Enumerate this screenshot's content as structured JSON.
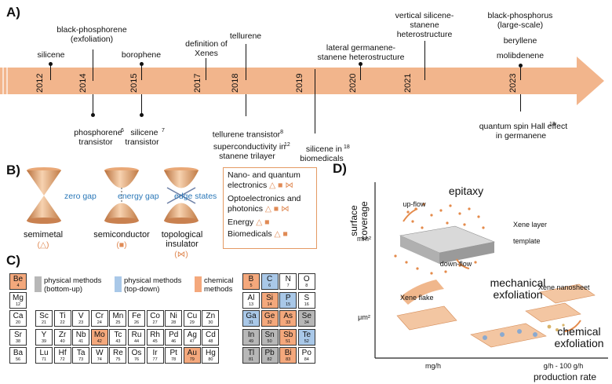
{
  "panels": {
    "a": "A)",
    "b": "B)",
    "c": "C)",
    "d": "D)"
  },
  "timeline": {
    "years": [
      "2012",
      "2014",
      "2015",
      "2017",
      "2018",
      "2019",
      "2020",
      "2021",
      "2023"
    ],
    "above": {
      "silicene": "silicene",
      "black_phosphorene": "black-phosphorene\n(exfoliation)",
      "borophene": "borophene",
      "xenes": "definition of\nXenes",
      "tellurene": "tellurene",
      "germanene_stanene": "lateral germanene-\nstanene heterostructure",
      "silicene_stanene": "vertical silicene-\nstanene\nheterostructure",
      "bp_large": "black-phosphorus\n(large-scale)",
      "beryllene": "beryllene",
      "molibdenene": "molibdenene"
    },
    "below": {
      "phosphorene_transistor": "phosphorene\ntransistor",
      "phosphorene_ref": "6",
      "silicene_transistor": "silicene\ntransistor",
      "silicene_ref": "7",
      "tellurene_transistor": "tellurene transistor",
      "tellurene_ref": "8",
      "superconductivity": "superconductivity in\nstanene trilayer",
      "superconductivity_ref": "12",
      "biomedicals": "silicene in\nbiomedicals",
      "biomedicals_ref": "18",
      "qsh": "quantum spin Hall effect\nin germanene",
      "qsh_ref": "13"
    },
    "colors": {
      "arrow": "#f2b58c"
    }
  },
  "panel_b": {
    "zero_gap": "zero gap",
    "energy_gap": "energy gap",
    "edge_states": "edge states",
    "semimetal": "semimetal",
    "semimetal_sym": "(△)",
    "semiconductor": "semiconductor",
    "semiconductor_sym": "(■)",
    "topo": "topological\ninsulator",
    "topo_sym": "(⋈)",
    "legend": [
      {
        "text": "Nano- and quantum\nelectronics",
        "marks": "△ ■ ⋈"
      },
      {
        "text": "Optoelectronics and\nphotonics",
        "marks": "△ ■ ⋈"
      },
      {
        "text": "Energy",
        "marks": "△ ■"
      },
      {
        "text": "Biomedicals",
        "marks": "△ ■"
      }
    ]
  },
  "panel_c": {
    "legend": {
      "physical_bottom_up": "physical methods\n(bottom-up)",
      "physical_top_down": "physical methods\n(top-down)",
      "chemical": "chemical\nmethods"
    },
    "colors": {
      "chemical": "#f4a87c",
      "top_down": "#a9c8e8",
      "bottom_up": "#b7b7b7"
    },
    "elements": [
      {
        "s": "Be",
        "n": "4",
        "c": "chem"
      },
      {
        "s": "Mg",
        "n": "12",
        "c": ""
      },
      {
        "s": "Ca",
        "n": "20",
        "c": ""
      },
      {
        "s": "Sr",
        "n": "38",
        "c": ""
      },
      {
        "s": "Ba",
        "n": "56",
        "c": ""
      },
      {
        "s": "Sc",
        "n": "21",
        "c": ""
      },
      {
        "s": "Ti",
        "n": "22",
        "c": ""
      },
      {
        "s": "V",
        "n": "23",
        "c": ""
      },
      {
        "s": "Cr",
        "n": "24",
        "c": ""
      },
      {
        "s": "Mn",
        "n": "25",
        "c": ""
      },
      {
        "s": "Fe",
        "n": "26",
        "c": ""
      },
      {
        "s": "Co",
        "n": "27",
        "c": ""
      },
      {
        "s": "Ni",
        "n": "28",
        "c": ""
      },
      {
        "s": "Cu",
        "n": "29",
        "c": ""
      },
      {
        "s": "Zn",
        "n": "30",
        "c": ""
      },
      {
        "s": "Y",
        "n": "39",
        "c": ""
      },
      {
        "s": "Zr",
        "n": "40",
        "c": ""
      },
      {
        "s": "Nb",
        "n": "41",
        "c": ""
      },
      {
        "s": "Mo",
        "n": "42",
        "c": "chem"
      },
      {
        "s": "Tc",
        "n": "43",
        "c": ""
      },
      {
        "s": "Ru",
        "n": "44",
        "c": ""
      },
      {
        "s": "Rh",
        "n": "45",
        "c": ""
      },
      {
        "s": "Pd",
        "n": "46",
        "c": ""
      },
      {
        "s": "Ag",
        "n": "47",
        "c": ""
      },
      {
        "s": "Cd",
        "n": "48",
        "c": ""
      },
      {
        "s": "Lu",
        "n": "71",
        "c": ""
      },
      {
        "s": "Hf",
        "n": "72",
        "c": ""
      },
      {
        "s": "Ta",
        "n": "73",
        "c": ""
      },
      {
        "s": "W",
        "n": "74",
        "c": ""
      },
      {
        "s": "Re",
        "n": "75",
        "c": ""
      },
      {
        "s": "Os",
        "n": "76",
        "c": ""
      },
      {
        "s": "Ir",
        "n": "77",
        "c": ""
      },
      {
        "s": "Pt",
        "n": "78",
        "c": ""
      },
      {
        "s": "Au",
        "n": "79",
        "c": "chem"
      },
      {
        "s": "Hg",
        "n": "80",
        "c": ""
      },
      {
        "s": "B",
        "n": "5",
        "c": "chem"
      },
      {
        "s": "C",
        "n": "6",
        "c": "top"
      },
      {
        "s": "N",
        "n": "7",
        "c": ""
      },
      {
        "s": "O",
        "n": "8",
        "c": ""
      },
      {
        "s": "Al",
        "n": "13",
        "c": ""
      },
      {
        "s": "Si",
        "n": "14",
        "c": "chem"
      },
      {
        "s": "P",
        "n": "15",
        "c": "top"
      },
      {
        "s": "S",
        "n": "16",
        "c": ""
      },
      {
        "s": "Ga",
        "n": "31",
        "c": "top"
      },
      {
        "s": "Ge",
        "n": "32",
        "c": "chem"
      },
      {
        "s": "As",
        "n": "33",
        "c": "chem"
      },
      {
        "s": "Se",
        "n": "34",
        "c": "bot"
      },
      {
        "s": "In",
        "n": "49",
        "c": "bot"
      },
      {
        "s": "Sn",
        "n": "50",
        "c": "bot"
      },
      {
        "s": "Sb",
        "n": "51",
        "c": "chem"
      },
      {
        "s": "Te",
        "n": "52",
        "c": "top"
      },
      {
        "s": "Tl",
        "n": "81",
        "c": "bot"
      },
      {
        "s": "Pb",
        "n": "82",
        "c": "bot"
      },
      {
        "s": "Bi",
        "n": "83",
        "c": "chem"
      },
      {
        "s": "Po",
        "n": "84",
        "c": ""
      }
    ]
  },
  "panel_d": {
    "y_axis": "surface\ncoverage",
    "x_axis": "production rate",
    "y_tick_high": "mm²",
    "y_tick_low": "μm²",
    "x_tick_low": "mg/h",
    "x_tick_high": "g/h - 100 g/h",
    "epitaxy": "epitaxy",
    "up_flow": "up-flow",
    "down_flow": "down-flow",
    "xene_layer": "Xene layer",
    "template": "template",
    "mechanical": "mechanical\nexfoliation",
    "xene_flake": "Xene flake",
    "xene_nanosheet": "Xene nanosheet",
    "chemical": "chemical\nexfoliation"
  }
}
